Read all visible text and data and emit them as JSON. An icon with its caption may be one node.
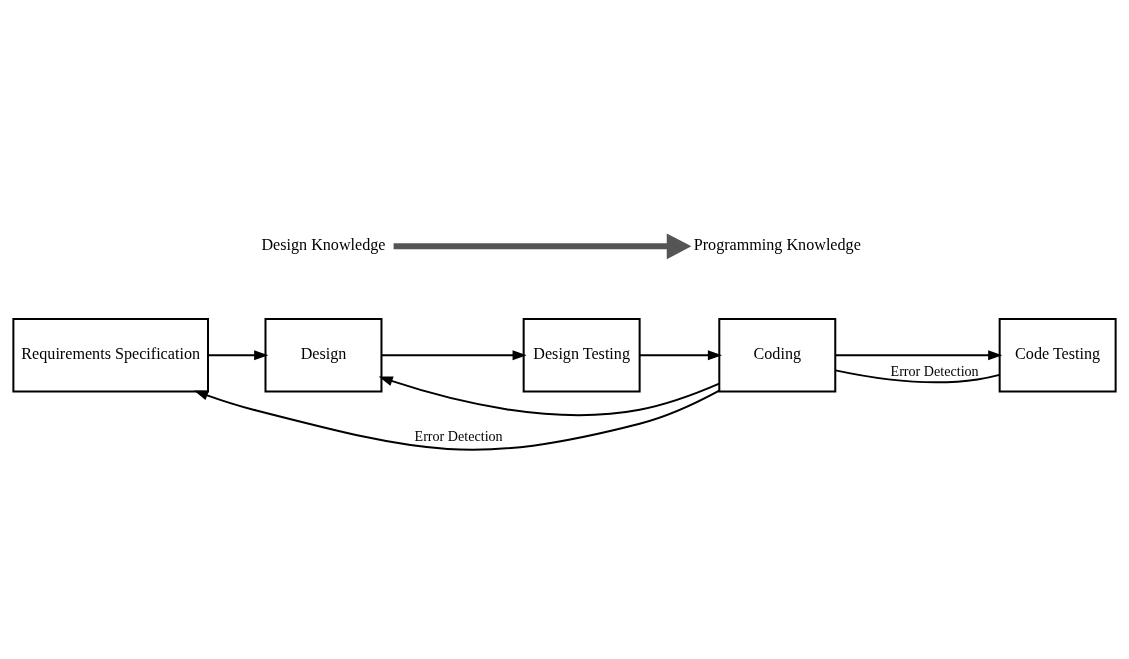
{
  "diagram": {
    "nodes": [
      {
        "text": [
          "Requirements Specification"
        ]
      },
      {
        "text": [
          "Design"
        ]
      },
      {
        "text": [
          "Design Testing"
        ]
      },
      {
        "text": [
          "Coding"
        ]
      },
      {
        "text": [
          "Code Testing"
        ]
      },
      {
        "text": [
          "Design Knowledge"
        ]
      },
      {
        "text": [
          "Programming Knowledge"
        ]
      }
    ],
    "edges": [
      {
        "from": 0,
        "to": 1,
        "arrow": "to"
      },
      {
        "from": 1,
        "to": 2,
        "arrow": "to"
      },
      {
        "from": 2,
        "to": 3,
        "arrow": "to"
      },
      {
        "from": 3,
        "to": 4,
        "arrow": "to"
      },
      {
        "from": 5,
        "to": 6,
        "arrow": "to",
        "style": "thick",
        "color": "#555555"
      },
      {
        "from": 3,
        "to": 0,
        "arrow": "to",
        "label": "Error Detection"
      },
      {
        "from": 3,
        "to": 1,
        "arrow": "to"
      },
      {
        "from": 4,
        "to": 3,
        "arrow": "none",
        "label": "Error Detection"
      }
    ]
  }
}
